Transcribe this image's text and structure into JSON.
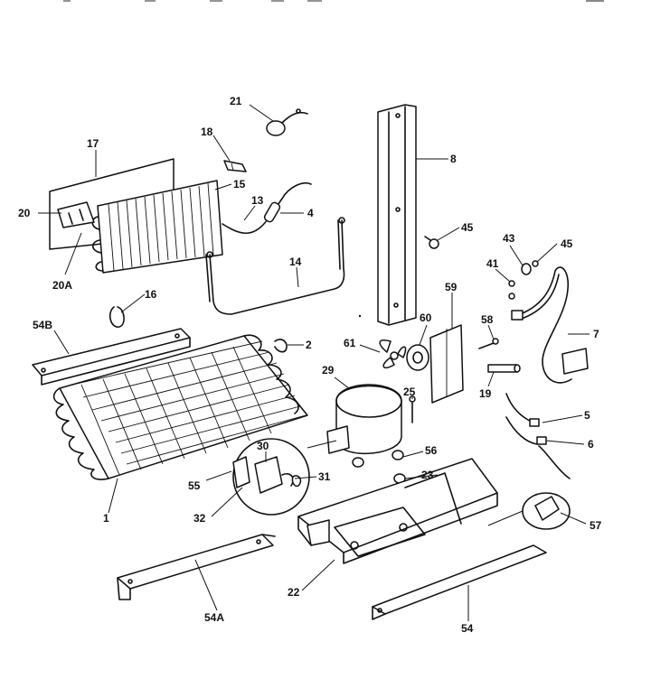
{
  "diagram": {
    "labels": [
      {
        "id": "21",
        "text": "21"
      },
      {
        "id": "18",
        "text": "18"
      },
      {
        "id": "17",
        "text": "17"
      },
      {
        "id": "15",
        "text": "15"
      },
      {
        "id": "13",
        "text": "13"
      },
      {
        "id": "4",
        "text": "4"
      },
      {
        "id": "20",
        "text": "20"
      },
      {
        "id": "20A",
        "text": "20A"
      },
      {
        "id": "14",
        "text": "14"
      },
      {
        "id": "16",
        "text": "16"
      },
      {
        "id": "8",
        "text": "8"
      },
      {
        "id": "45a",
        "text": "45"
      },
      {
        "id": "43",
        "text": "43"
      },
      {
        "id": "45b",
        "text": "45"
      },
      {
        "id": "41",
        "text": "41"
      },
      {
        "id": "59",
        "text": "59"
      },
      {
        "id": "60",
        "text": "60"
      },
      {
        "id": "58",
        "text": "58"
      },
      {
        "id": "7",
        "text": "7"
      },
      {
        "id": "61",
        "text": "61"
      },
      {
        "id": "54B",
        "text": "54B"
      },
      {
        "id": "2",
        "text": "2"
      },
      {
        "id": "29",
        "text": "29"
      },
      {
        "id": "25",
        "text": "25"
      },
      {
        "id": "19",
        "text": "19"
      },
      {
        "id": "5",
        "text": "5"
      },
      {
        "id": "6",
        "text": "6"
      },
      {
        "id": "30",
        "text": "30"
      },
      {
        "id": "56",
        "text": "56"
      },
      {
        "id": "55",
        "text": "55"
      },
      {
        "id": "31",
        "text": "31"
      },
      {
        "id": "23",
        "text": "23"
      },
      {
        "id": "1",
        "text": "1"
      },
      {
        "id": "32",
        "text": "32"
      },
      {
        "id": "57",
        "text": "57"
      },
      {
        "id": "22",
        "text": "22"
      },
      {
        "id": "54A",
        "text": "54A"
      },
      {
        "id": "54",
        "text": "54"
      }
    ]
  }
}
